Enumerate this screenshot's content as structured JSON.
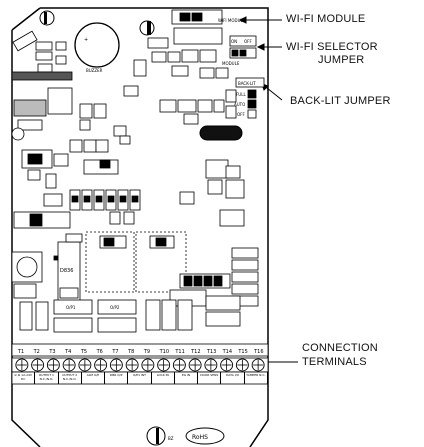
{
  "callouts": {
    "wifi_module": "WI-FI MODULE",
    "wifi_selector_line1": "WI-FI SELECTOR",
    "wifi_selector_line2": "JUMPER",
    "backlit_jumper": "BACK-LIT JUMPER",
    "connection_line1": "CONNECTION",
    "connection_line2": "TERMINALS"
  },
  "board": {
    "buzzer_label": "BUZZER",
    "wifi_module_silk": "WIFI MODULE",
    "wifi_jumper_positions": [
      "ON",
      "OFF"
    ],
    "module_label": "MODULE",
    "backlit_silk": "BACK-LIT",
    "backlit_positions": [
      "FULL",
      "AUTO",
      "OFF"
    ],
    "ic_label": "D836",
    "rohs": "RoHS",
    "led_label": "BZ",
    "terminal_ids": [
      "T1",
      "T2",
      "T3",
      "T4",
      "T5",
      "T6",
      "T7",
      "T8",
      "T9",
      "T10",
      "T11",
      "T12",
      "T13",
      "T14",
      "T15",
      "T16"
    ],
    "terminal_groups": [
      "⊖ ⊕ 12-24V DC",
      "OUTPUT 1 N.C./N.O.",
      "OUTPUT 2 N.C./N.O.",
      "ALM O/P",
      "DBR O/P",
      "O/P1 INT",
      "LOCK IN",
      "EG IN",
      "DOOR SENS",
      "DATA I/O",
      "TAMPER N.C."
    ],
    "output_labels": [
      "O/P1",
      "O/P2"
    ]
  }
}
